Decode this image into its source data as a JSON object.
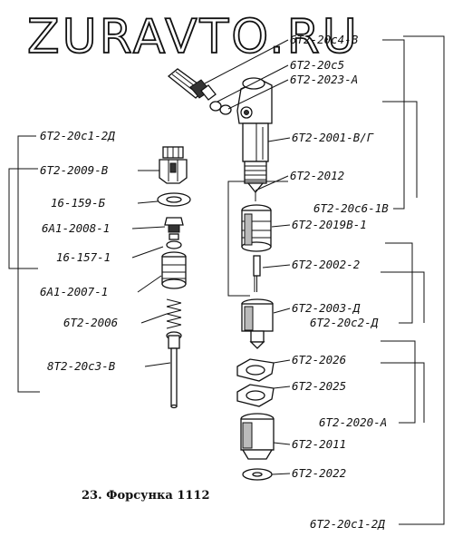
{
  "watermark": "ZURAVTO.RU",
  "caption": "23. Форсунка 1112",
  "labels": {
    "l01": "6Т2-20с4-В",
    "l02": "6Т2-20с5",
    "l03": "6Т2-2023-А",
    "l04": "6Т2-2001-В/Г",
    "l05": "6Т2-2012",
    "l06": "6Т2-20с6-1В",
    "l07": "6Т2-2019В-1",
    "l08": "6Т2-2002-2",
    "l09": "6Т2-2003-Д",
    "l10": "6Т2-20с2-Д",
    "l11": "6Т2-2026",
    "l12": "6Т2-2025",
    "l13": "6Т2-2020-А",
    "l14": "6Т2-2011",
    "l15": "6Т2-2022",
    "l16": "6Т2-20с1-2Д",
    "l17": "6Т2-20с1-2Д",
    "l18": "6Т2-2009-В",
    "l19": "16-159-Б",
    "l20": "6А1-2008-1",
    "l21": "16-157-1",
    "l22": "6А1-2007-1",
    "l23": "6Т2-2006",
    "l24": "8Т2-20с3-В"
  }
}
